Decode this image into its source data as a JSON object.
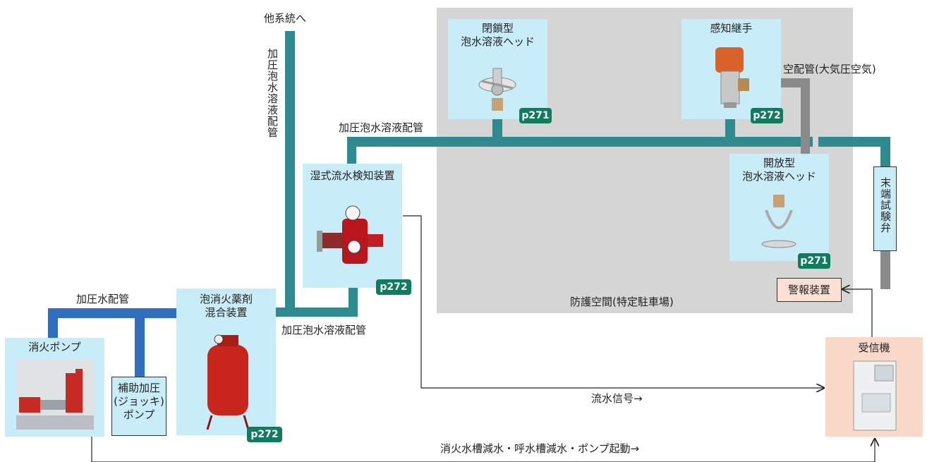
{
  "zone": {
    "label": "防護空間(特定駐車場)"
  },
  "top": {
    "label": "他系統へ",
    "riser_label": "加圧泡水溶液配管"
  },
  "pipes": {
    "foam_pipe_upper": "加圧泡水溶液配管",
    "foam_pipe_lower": "加圧泡水溶液配管",
    "water_pipe": "加圧水配管",
    "air_pipe": "空配管(大気圧空気)"
  },
  "devices": {
    "closed_head": {
      "title1": "閉鎖型",
      "title2": "泡水溶液ヘッド",
      "page": "p271"
    },
    "sensor_joint": {
      "title": "感知継手",
      "page": "p272"
    },
    "open_head": {
      "title1": "開放型",
      "title2": "泡水溶液ヘッド",
      "page": "p271"
    },
    "wet_detector": {
      "title": "湿式流水検知装置",
      "page": "p272"
    },
    "mixer": {
      "title1": "泡消火薬剤",
      "title2": "混合装置",
      "page": "p272"
    },
    "pump": {
      "title": "消火ポンプ"
    },
    "jockey": {
      "line1": "補助加圧",
      "line2": "(ジョッキ)",
      "line3": "ポンプ"
    },
    "end_valve": {
      "label": "末端試験弁"
    },
    "alarm": {
      "label": "警報装置"
    },
    "receiver": {
      "title": "受信機"
    }
  },
  "signals": {
    "flow": "流水信号→",
    "pump_signal": "消火水槽減水・呼水槽減水・ポンプ起動→"
  },
  "colors": {
    "foam_pipe": "#2e8a8f",
    "water_pipe": "#2f6fbd",
    "air_pipe": "#8a8a8a",
    "device_box": "#c9ecf9",
    "zone": "#d5d5d5",
    "badge": "#0e7d5f",
    "receiver_box": "#fbd9c8"
  }
}
